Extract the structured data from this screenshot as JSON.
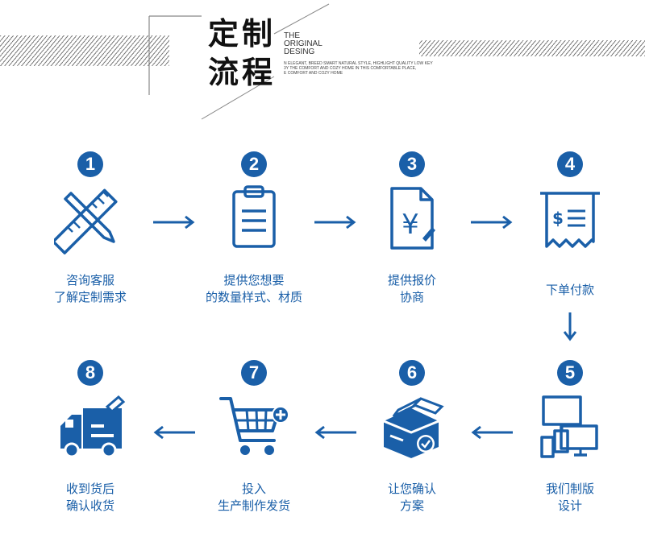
{
  "header": {
    "title_line1": "定制",
    "title_line2": "流程",
    "en_line1": "THE",
    "en_line2": "ORIGINAL",
    "en_line3": "DESING",
    "tagline1": "N ELEGANT, BREED SMART NATURAL STYLE, HIGHLIGHT QUALITY LOW KEY",
    "tagline2": "3Y THE COMFORT AND COZY HOME IN THIS COMFORTABLE PLACE,",
    "tagline3": "E COMFORT AND COZY HOME"
  },
  "steps": [
    {
      "num": "1",
      "line1": "咨询客服",
      "line2": "了解定制需求",
      "icon": "ruler-pencil-icon"
    },
    {
      "num": "2",
      "line1": "提供您想要",
      "line2": "的数量样式、材质",
      "icon": "clipboard-icon"
    },
    {
      "num": "3",
      "line1": "提供报价",
      "line2": "协商",
      "icon": "price-document-icon"
    },
    {
      "num": "4",
      "line1": "下单付款",
      "line2": "",
      "icon": "receipt-icon"
    },
    {
      "num": "5",
      "line1": "我们制版",
      "line2": "设计",
      "icon": "devices-icon"
    },
    {
      "num": "6",
      "line1": "让您确认",
      "line2": "方案",
      "icon": "package-check-icon"
    },
    {
      "num": "7",
      "line1": "投入",
      "line2": "生产制作发货",
      "icon": "shopping-cart-icon"
    },
    {
      "num": "8",
      "line1": "收到货后",
      "line2": "确认收货",
      "icon": "delivery-truck-icon"
    }
  ],
  "colors": {
    "accent": "#1a5fa8",
    "text": "#111111"
  }
}
